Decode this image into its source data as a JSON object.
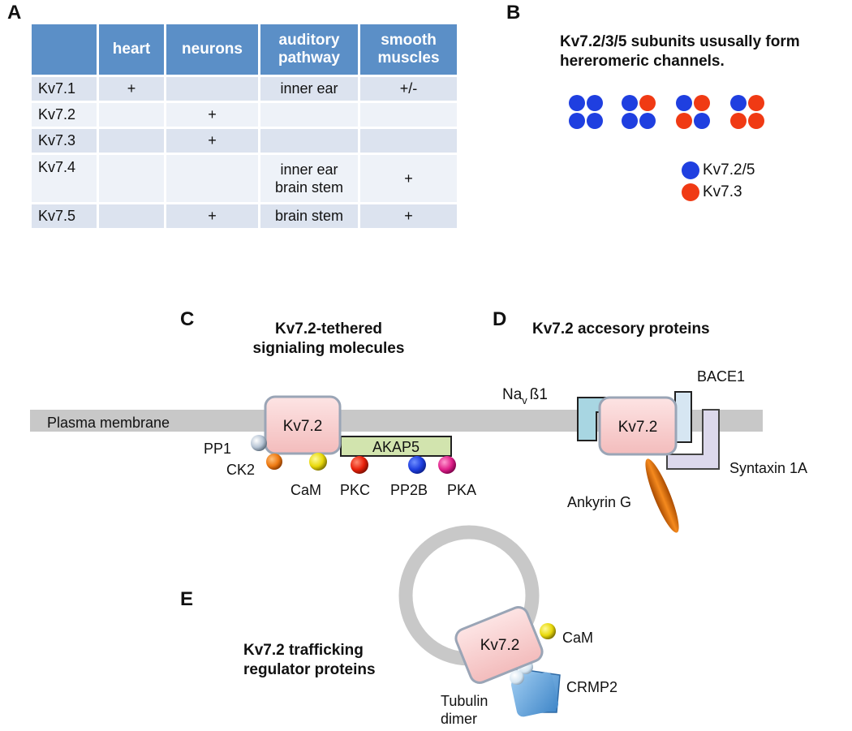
{
  "panels": {
    "a": "A",
    "b": "B",
    "c": "C",
    "d": "D",
    "e": "E"
  },
  "table": {
    "headers": [
      "",
      "heart",
      "neurons",
      "auditory pathway",
      "smooth muscles"
    ],
    "rows": [
      [
        "Kv7.1",
        "+",
        "",
        "inner ear",
        "+/-"
      ],
      [
        "Kv7.2",
        "",
        "+",
        "",
        ""
      ],
      [
        "Kv7.3",
        "",
        "+",
        "",
        ""
      ],
      [
        "Kv7.4",
        "",
        "",
        "inner ear\nbrain stem",
        "+"
      ],
      [
        "Kv7.5",
        "",
        "+",
        "brain stem",
        "+"
      ]
    ],
    "header_color": "#5b8fc7"
  },
  "panel_b": {
    "title": "Kv7.2/3/5  subunits ususally form hereromeric channels.",
    "legend": [
      {
        "label": "Kv7.2/5",
        "color": "#1f3fe0"
      },
      {
        "label": "Kv7.3",
        "color": "#f03a14"
      }
    ],
    "channels": [
      [
        "blue",
        "blue",
        "blue",
        "blue"
      ],
      [
        "blue",
        "red",
        "blue",
        "blue"
      ],
      [
        "blue",
        "red",
        "red",
        "blue"
      ],
      [
        "blue",
        "red",
        "red",
        "red"
      ]
    ]
  },
  "panel_c": {
    "title": "Kv7.2-tethered\nsignialing molecules",
    "membrane": "Plasma membrane",
    "channel": "Kv7.2",
    "scaffold": "AKAP5",
    "molecules": [
      "PP1",
      "CK2",
      "CaM",
      "PKC",
      "PP2B",
      "PKA"
    ]
  },
  "panel_d": {
    "title": "Kv7.2 accesory proteins",
    "channel": "Kv7.2",
    "nav_main": "Na",
    "nav_sub": "v",
    "nav_suffix": "ß1",
    "labels": [
      "BACE1",
      "Syntaxin 1A",
      "Ankyrin G"
    ]
  },
  "panel_e": {
    "title": "Kv7.2 trafficking\nregulator proteins",
    "channel": "Kv7.2",
    "labels": [
      "CaM",
      "CRMP2",
      "Tubulin\ndimer"
    ]
  }
}
